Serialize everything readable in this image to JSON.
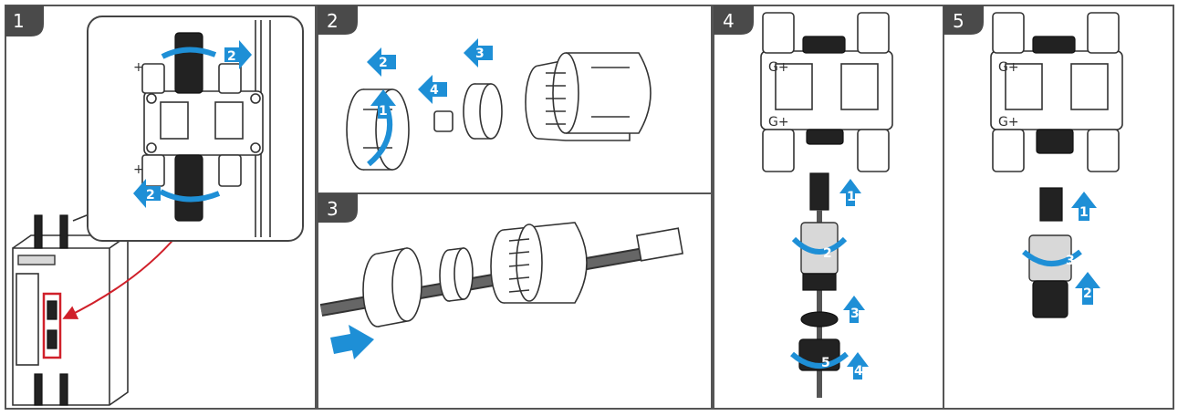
{
  "steps": [
    {
      "number": "1",
      "arrows": [
        "2",
        "2"
      ]
    },
    {
      "number": "2",
      "arrows": [
        "2",
        "1",
        "4",
        "3"
      ]
    },
    {
      "number": "3"
    },
    {
      "number": "4",
      "arrows": [
        "1",
        "2",
        "3",
        "5",
        "4"
      ]
    },
    {
      "number": "5",
      "arrows": [
        "1",
        "3",
        "2"
      ]
    }
  ],
  "colors": {
    "accent": "#1e8fd6",
    "highlight": "#d0202a",
    "badge": "#4a4a4a"
  }
}
